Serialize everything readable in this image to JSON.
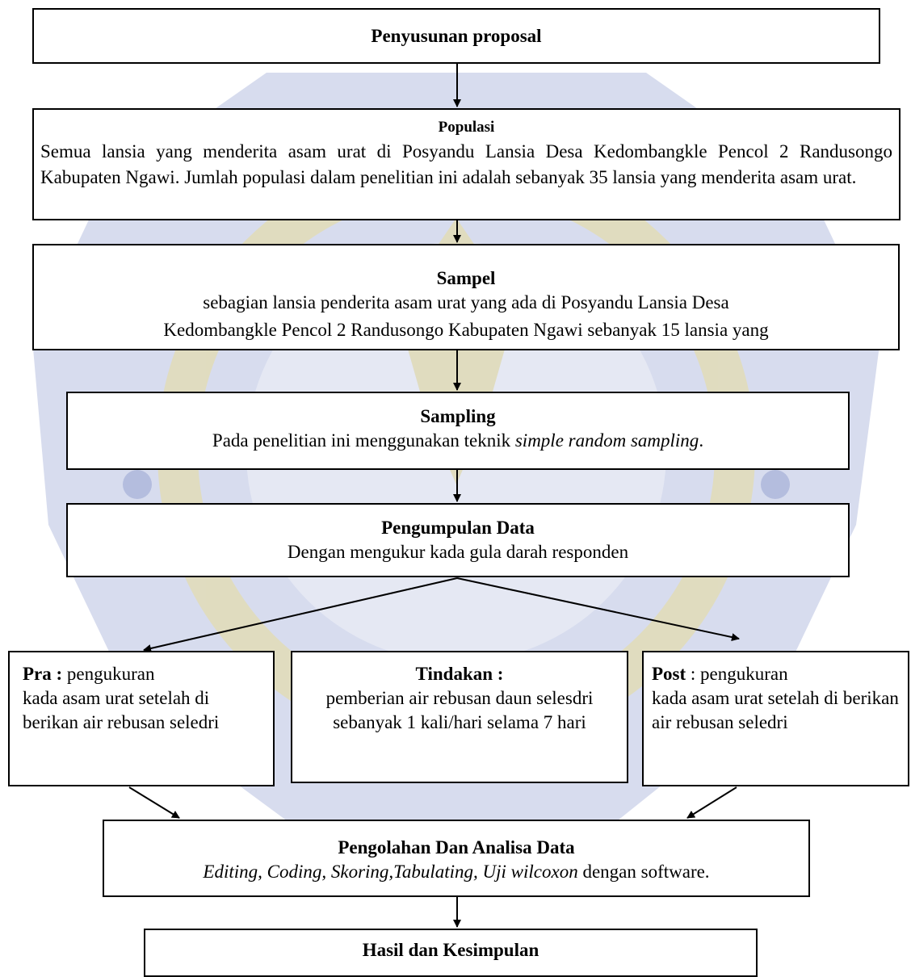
{
  "colors": {
    "watermark_blue": "#4a5fb0",
    "watermark_yellow": "#f1dc6a",
    "border": "#000000"
  },
  "watermark": {
    "icon": "university-seal-icon"
  },
  "boxes": {
    "proposal": {
      "title": "Penyusunan proposal"
    },
    "populasi": {
      "title": "Populasi",
      "text": "Semua lansia yang menderita asam urat di Posyandu Lansia Desa Kedombangkle Pencol 2 Randusongo Kabupaten Ngawi. Jumlah populasi dalam penelitian ini adalah sebanyak 35 lansia yang menderita asam urat."
    },
    "sampel": {
      "title": "Sampel",
      "line1": "sebagian lansia penderita asam urat yang ada di Posyandu Lansia Desa",
      "line2": "Kedombangkle Pencol 2 Randusongo Kabupaten Ngawi sebanyak 15 lansia yang"
    },
    "sampling": {
      "title": "Sampling",
      "text_before": "Pada penelitian ini menggunakan teknik ",
      "text_italic": "simple random sampling",
      "text_after": "."
    },
    "pengumpulan": {
      "title": "Pengumpulan Data",
      "text": "Dengan mengukur kada gula darah responden"
    },
    "pra": {
      "label": "Pra :",
      "text_first": " pengukuran",
      "text_rest": "kada asam urat setelah di berikan air rebusan seledri"
    },
    "tindakan": {
      "title": "Tindakan :",
      "text": "pemberian air rebusan daun selesdri sebanyak 1 kali/hari selama 7 hari"
    },
    "post": {
      "label": "Post",
      "text_first": " : pengukuran",
      "text_rest": "kada asam urat setelah di berikan air rebusan seledri"
    },
    "pengolahan": {
      "title": "Pengolahan Dan Analisa Data",
      "text_italic": "Editing, Coding, Skoring,Tabulating, Uji wilcoxon",
      "text_after": " dengan software."
    },
    "hasil": {
      "title": "Hasil dan Kesimpulan"
    }
  }
}
